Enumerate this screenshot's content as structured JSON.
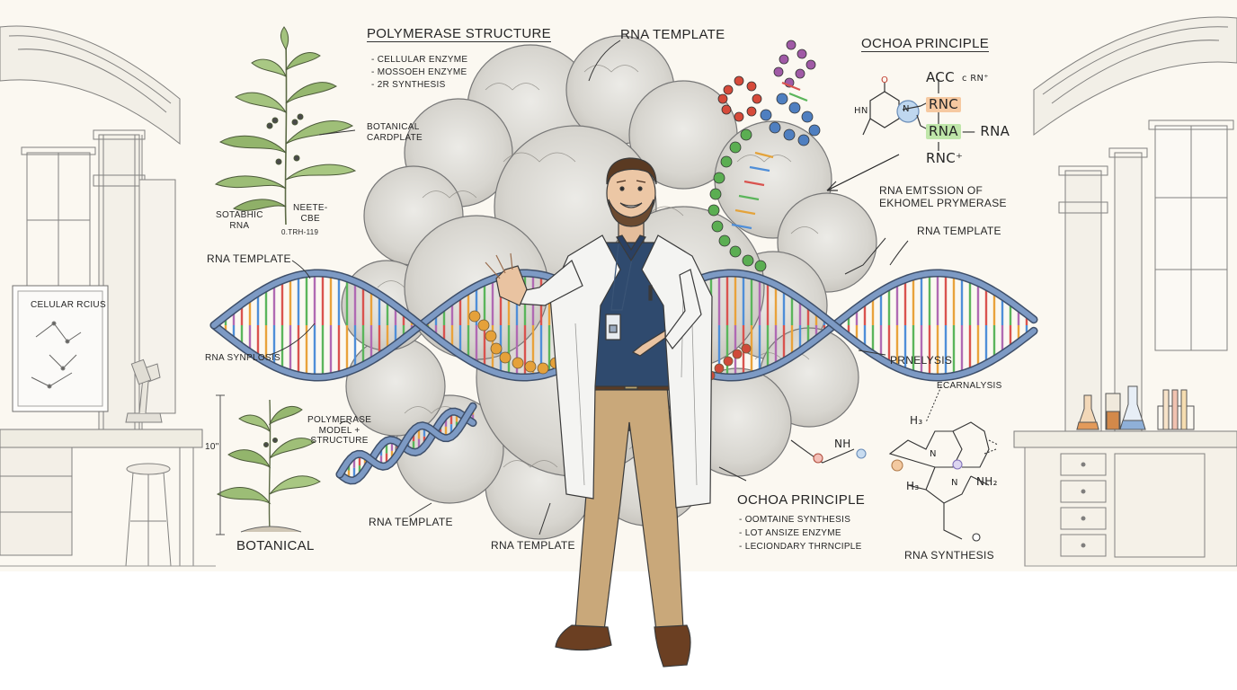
{
  "header_labels": {
    "polymerase_structure": "POLYMERASE STRUCTURE",
    "rna_template_top": "RNA TEMPLATE",
    "ochoa_principle_top": "OCHOA PRINCIPLE"
  },
  "polymerase_notes": [
    "- CELLULAR ENZYME",
    "- MOSSOEH ENZYME",
    "- 2R SYNTHESIS"
  ],
  "botanical": {
    "caption_top": "BOTANICAL\nCARDPLATE",
    "caption_left": "SOTABHIC\nRNA",
    "caption_mid": "NEETE-\nCBE",
    "caption_tiny": "0.TRH-119",
    "caption_bottom": "BOTANICAL",
    "scale_mark": "10\""
  },
  "side_labels": {
    "rna_template_left": "RNA TEMPLATE",
    "rna_synplosis": "RNA SYNPLOSIS",
    "rna_template_right": "RNA TEMPLATE",
    "rna_emission": "RNA EMTSSION OF\nEKHOMEL PRYMERASE",
    "prnelysis": "PRNELYSIS",
    "ecarnalysis": "ECARNALYSIS",
    "polymerase_model": "POLYMERASE\nMODEL +\nSTRUCTURE",
    "rna_template_bl": "RNA TEMPLATE",
    "rna_template_bc": "RNA TEMPLATE",
    "rna_synthesis": "RNA SYNTHESIS"
  },
  "monitor_label": "CELULAR RCIUS",
  "ochoa_bottom": {
    "title": "OCHOA PRINCIPLE",
    "items": [
      "- OOMTAINE SYNTHESIS",
      "- LOT ANSIZE ENZYME",
      "- LECIONDARY THRNCIPLE"
    ]
  },
  "ochoa_chem": {
    "acc": "ACC",
    "rn_plus": "c RN⁺",
    "rnc1": "RNC",
    "rna": "RNA",
    "rna_tail": "RNA",
    "rnc2": "RNC⁺",
    "ring_o": "O",
    "ring_hn": "HN",
    "ring_n": "N"
  },
  "molecule_bottom": {
    "h3_top": "H₃",
    "nh2": "NH₂",
    "nh": "NH",
    "h3_bottom": "H₃",
    "n1": "N",
    "n2": "N"
  },
  "colors": {
    "background": "#fbf8f1",
    "ink": "#2b2b2b",
    "helix_blue": "#7d9ac4",
    "bases": [
      "#d9534f",
      "#e9a23b",
      "#4f8ed8",
      "#5bb55b",
      "#b06ab3"
    ],
    "lab_coat": "#f4f4f2",
    "shirt": "#2f4a6e",
    "pants": "#c7a77a",
    "shoes": "#6b3f22",
    "leaf": "#8fb36a",
    "cloud": "#dcdad5"
  }
}
